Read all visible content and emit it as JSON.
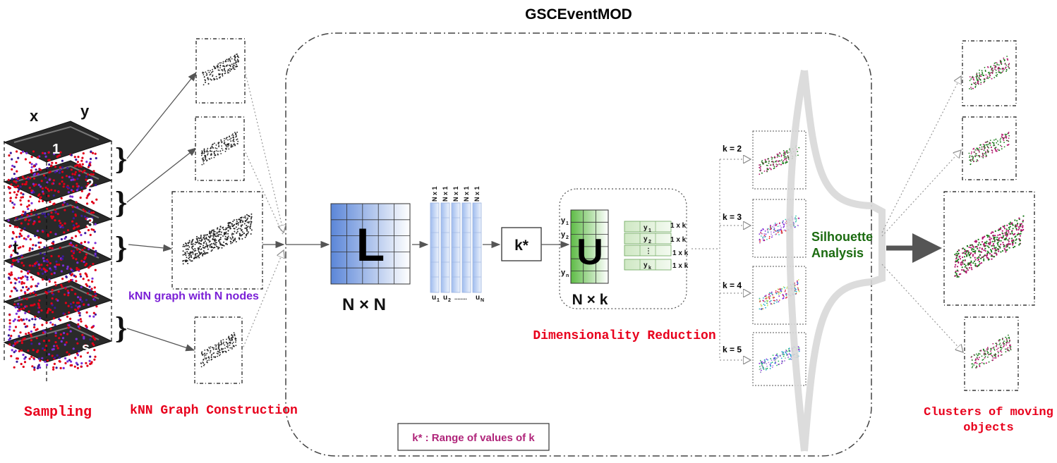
{
  "title": "GSCEventMOD",
  "stack": {
    "axis_x": "x",
    "axis_y": "y",
    "axis_t": "t",
    "slices": [
      "1",
      "2",
      "3",
      "s"
    ]
  },
  "labels": {
    "sampling": "Sampling",
    "knn_construction": "kNN Graph Construction",
    "knn_graph": "kNN graph with N nodes",
    "matrix_L": "L",
    "matrix_L_dim": "N × N",
    "eig_header": "N x 1",
    "eig_u1": "u",
    "eig_u2": "u",
    "eig_dots": "........",
    "eig_uN": "u",
    "sub_1": "1",
    "sub_2": "2",
    "sub_N": "N",
    "kstar": "k*",
    "matrix_U": "U",
    "matrix_U_dim": "N × k",
    "y1": "y",
    "y2": "y",
    "yn": "y",
    "yk": "y",
    "sub_n": "n",
    "sub_k": "k",
    "row_dim": "1 x k",
    "row_dots": "⋮",
    "dim_reduction": "Dimensionality Reduction",
    "k2": "k = 2",
    "k3": "k = 3",
    "k4": "k = 4",
    "k5": "k = 5",
    "silhouette_1": "Silhouette",
    "silhouette_2": "Analysis",
    "clusters_1": "Clusters of moving",
    "clusters_2": "objects",
    "legend": "k* : Range of values of k"
  },
  "colors": {
    "red_text": "#e8001c",
    "purple_text": "#7a1fd6",
    "green_text": "#1b6b10",
    "legend_text": "#b0257a",
    "L_blue": "#5b86d8",
    "U_green": "#5dbb45",
    "eig_blue": "#b7cdf2"
  }
}
